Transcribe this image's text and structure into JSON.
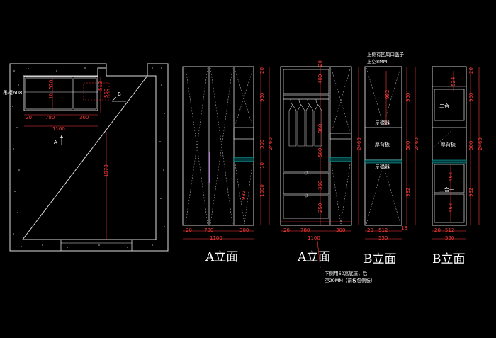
{
  "plan": {
    "hanging_label": "吊柜608",
    "section_mark": "B",
    "direction_mark": "A",
    "dims": {
      "d520": "520",
      "d10": "10",
      "d512": "512",
      "d550": "550",
      "d20": "20",
      "d780": "780",
      "d300": "300",
      "d1100": "1100",
      "d1970": "1970"
    }
  },
  "elev1": {
    "caption": "A立面",
    "dims": {
      "d20": "20",
      "d960": "960",
      "d2460": "2460",
      "d500": "500",
      "d1000": "1000",
      "d982": "982",
      "d10": "10",
      "w20": "20",
      "w780": "780",
      "w300": "300",
      "w1100": "1100"
    }
  },
  "elev2": {
    "caption": "A立面",
    "dims": {
      "d20": "20",
      "d400": "400",
      "d960": "960",
      "d2460": "2460",
      "d500": "500",
      "d350": "350",
      "d250": "250",
      "w1100": "1100",
      "w20": "20",
      "w780": "780",
      "w300": "300"
    },
    "note_line1": "下侧用60高底座，后",
    "note_line2": "空20MM（前板包侧板）"
  },
  "elev3": {
    "caption": "B立面",
    "top_note_line1": "上侧有回风口盖子",
    "top_note_line2": "上空8MM",
    "label_flip1": "反弹器",
    "label_back": "厚背板",
    "label_flip2": "反弹器",
    "dims": {
      "d960": "960",
      "d982": "982",
      "d2460": "2460",
      "d500": "500",
      "d982b": "982",
      "d18": "18",
      "w20": "20",
      "w512": "512",
      "w550": "550"
    }
  },
  "elev4": {
    "caption": "B立面",
    "label_combo1": "二合一",
    "label_back": "厚背板",
    "label_combo2": "二合一",
    "dims": {
      "d20": "20",
      "d524": "524",
      "d960": "960",
      "d2460": "2460",
      "d500": "500",
      "d982": "982",
      "d464": "464",
      "d464b": "464",
      "w20": "20",
      "w512": "512",
      "w550": "550"
    }
  }
}
